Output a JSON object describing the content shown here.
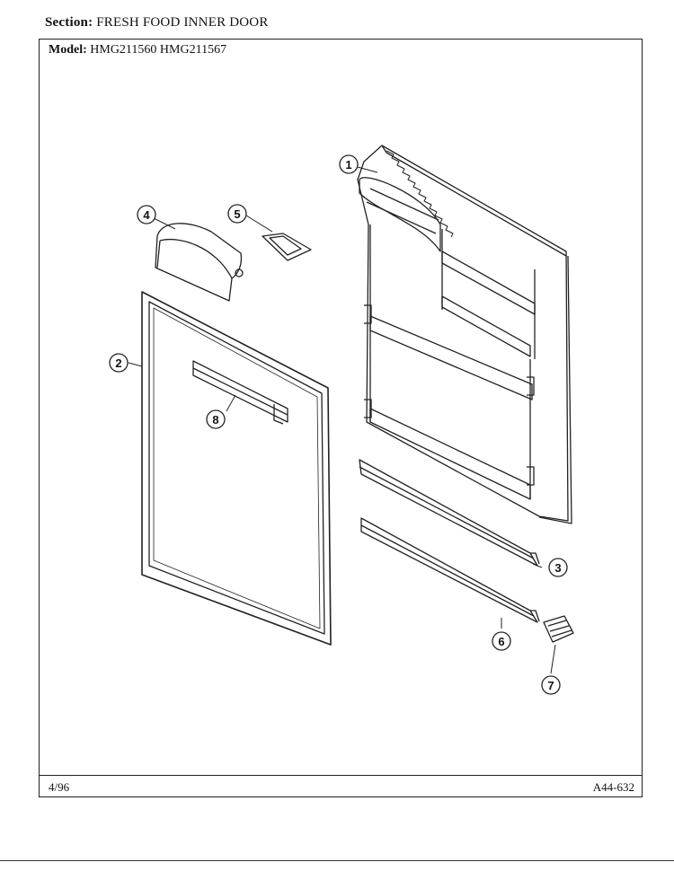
{
  "header": {
    "section_label": "Section:",
    "section_value": "FRESH FOOD INNER DOOR",
    "model_label": "Model:",
    "model_value": "HMG211560  HMG211567"
  },
  "footer": {
    "date": "4/96",
    "code": "A44-632"
  },
  "callouts": [
    "1",
    "2",
    "3",
    "4",
    "5",
    "6",
    "7",
    "8"
  ]
}
